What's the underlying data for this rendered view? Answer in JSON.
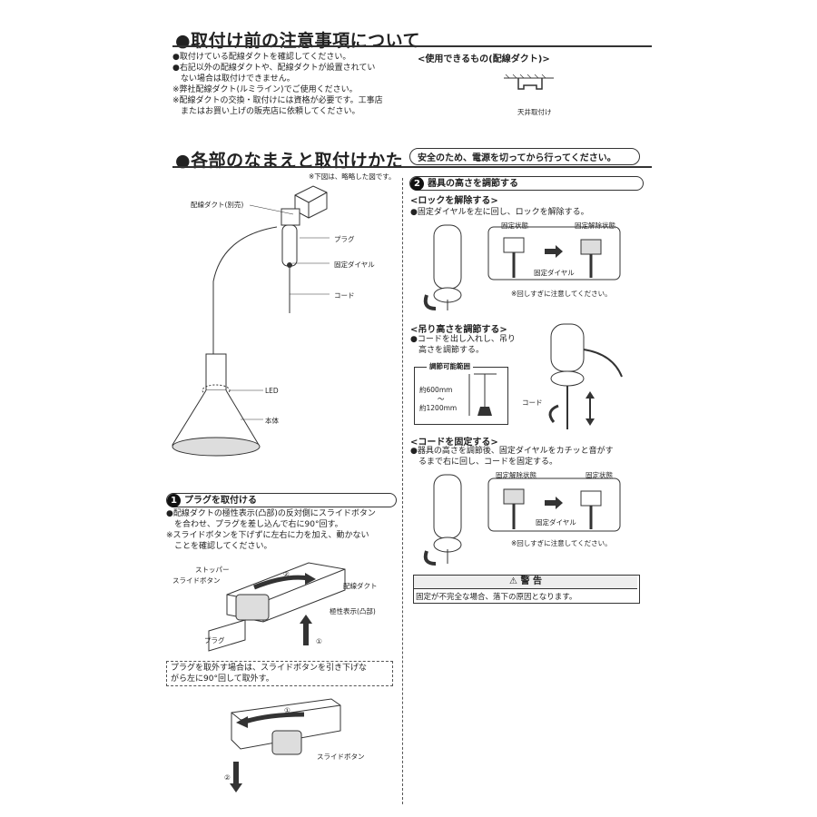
{
  "section1": {
    "title": "●取付け前の注意事項について",
    "notes": [
      "●取付けている配線ダクトを確認してください。",
      "●右記以外の配線ダクトや、配線ダクトが設置されてい",
      "　ない場合は取付けできません。",
      "※弊社配線ダクト(ルミライン)でご使用ください。",
      "※配線ダクトの交換・取付けには資格が必要です。工事店",
      "　またはお買い上げの販売店に依頼してください。"
    ],
    "usable_heading": "<使用できるもの(配線ダクト)>",
    "ceiling_label": "天井取付け"
  },
  "section2": {
    "title": "●各部のなまえと取付けかた",
    "safety_note": "安全のため、電源を切ってから行ってください。",
    "diagram_note": "※下図は、略略した図です。",
    "parts": {
      "duct": "配線ダクト(別売)",
      "plug": "プラグ",
      "dial": "固定ダイヤル",
      "cord": "コード",
      "led": "LED",
      "body": "本体"
    }
  },
  "step1": {
    "number": "1",
    "heading": "プラグを取付ける",
    "lines": [
      "●配線ダクトの極性表示(凸部)の反対側にスライドボタン",
      "　を合わせ、プラグを差し込んで右に90°回す。",
      "※スライドボタンを下げずに左右に力を加え、動かない",
      "　ことを確認してください。"
    ],
    "labels": {
      "stopper": "ストッパー",
      "slide_button": "スライドボタン",
      "duct": "配線ダクト",
      "polarity": "極性表示(凸部)",
      "plug": "プラグ",
      "n1": "①",
      "n2": "②"
    },
    "remove_note_lines": [
      "プラグを取外す場合は、スライドボタンを引き下げな",
      "がら左に90°回して取外す。"
    ],
    "remove_labels": {
      "slide_button": "スライドボタン",
      "n1": "①",
      "n2": "②"
    }
  },
  "step2": {
    "number": "2",
    "heading": "器具の高さを調節する",
    "unlock": {
      "heading": "<ロックを解除する>",
      "text": "●固定ダイヤルを左に回し、ロックを解除する。",
      "state_fixed": "固定状態",
      "state_released": "固定解除状態",
      "dial": "固定ダイヤル",
      "caution": "※回しすぎに注意してください。"
    },
    "height": {
      "heading": "<吊り高さを調節する>",
      "lines": [
        "●コードを出し入れし、吊り",
        "　高さを調節する。"
      ],
      "range_title": "調節可能範囲",
      "min": "約600mm",
      "tilde": "〜",
      "max": "約1200mm",
      "cord": "コード"
    },
    "fix": {
      "heading": "<コードを固定する>",
      "lines": [
        "●器具の高さを調節後、固定ダイヤルをカチッと音がす",
        "　るまで右に回し、コードを固定する。"
      ],
      "state_released": "固定解除状態",
      "state_fixed": "固定状態",
      "dial": "固定ダイヤル",
      "caution": "※回しすぎに注意してください。"
    },
    "warning": {
      "title": "⚠ 警 告",
      "text": "固定が不完全な場合、落下の原因となります。"
    }
  }
}
